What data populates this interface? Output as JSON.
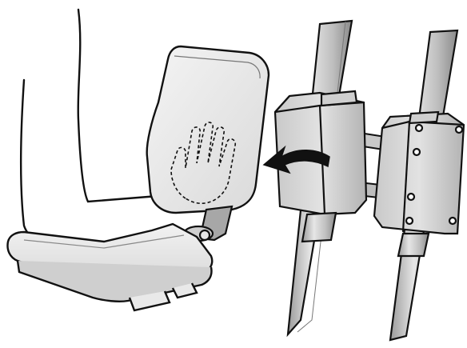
{
  "illustration": {
    "colors": {
      "outline": "#111111",
      "metal_light": "#e3e3e3",
      "metal_mid": "#bdbdbd",
      "metal_dark": "#8e8e8e",
      "plastic": "#ededed",
      "plastic_shade": "#cfcfcf",
      "background": "#ffffff"
    },
    "icons": [
      "leg-outline",
      "calf-pad",
      "hand-symbol-icon",
      "footplate",
      "hinge-pivot",
      "mounting-bracket",
      "clamp-block",
      "wheelchair-tube",
      "swing-away-arrow-icon"
    ]
  }
}
